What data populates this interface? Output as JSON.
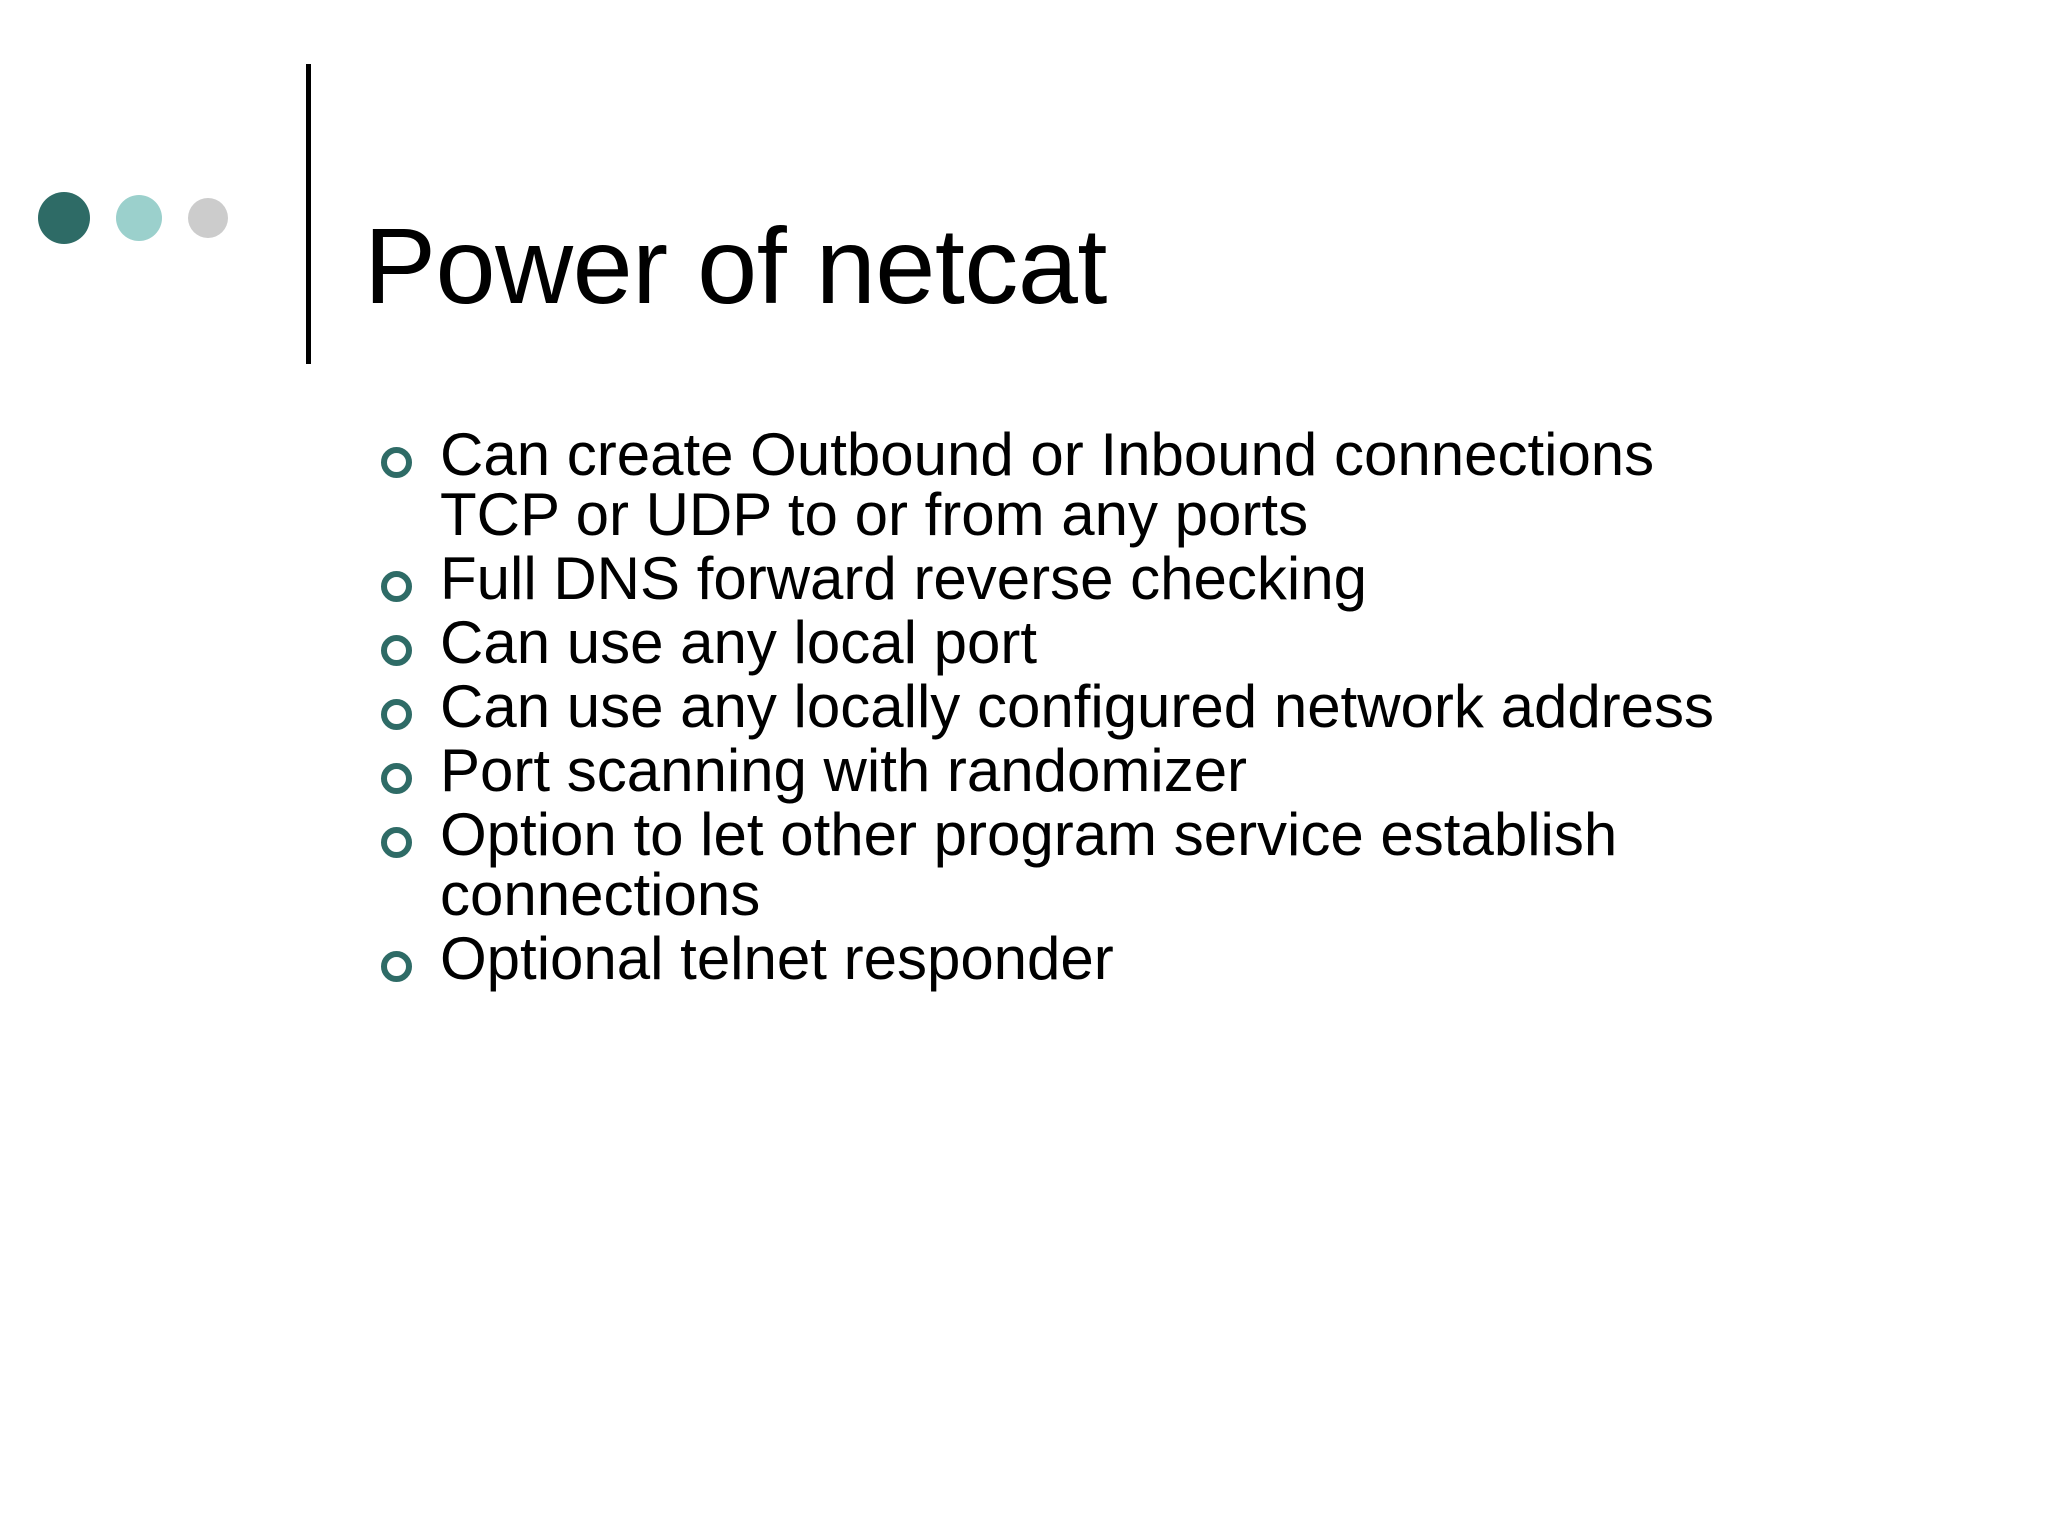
{
  "slide": {
    "title": "Power of netcat",
    "decor": {
      "dots": [
        {
          "name": "dot-dark-teal",
          "color": "#2E6B66"
        },
        {
          "name": "dot-light-teal",
          "color": "#9BD0CC"
        },
        {
          "name": "dot-gray",
          "color": "#CCCCCC"
        }
      ],
      "rule_color": "#000000",
      "bullet_marker_color": "#2E6B66",
      "text_color": "#000000",
      "background_color": "#FFFFFF"
    },
    "bullets": [
      {
        "text": "Can create Outbound or Inbound connections TCP or UDP to or from any ports"
      },
      {
        "text": "Full DNS forward reverse checking"
      },
      {
        "text": "Can use any local port"
      },
      {
        "text": "Can use any locally configured network address"
      },
      {
        "text": "Port scanning with randomizer"
      },
      {
        "text": "Option to let other program service establish connections"
      },
      {
        "text": "Optional telnet responder"
      }
    ]
  }
}
